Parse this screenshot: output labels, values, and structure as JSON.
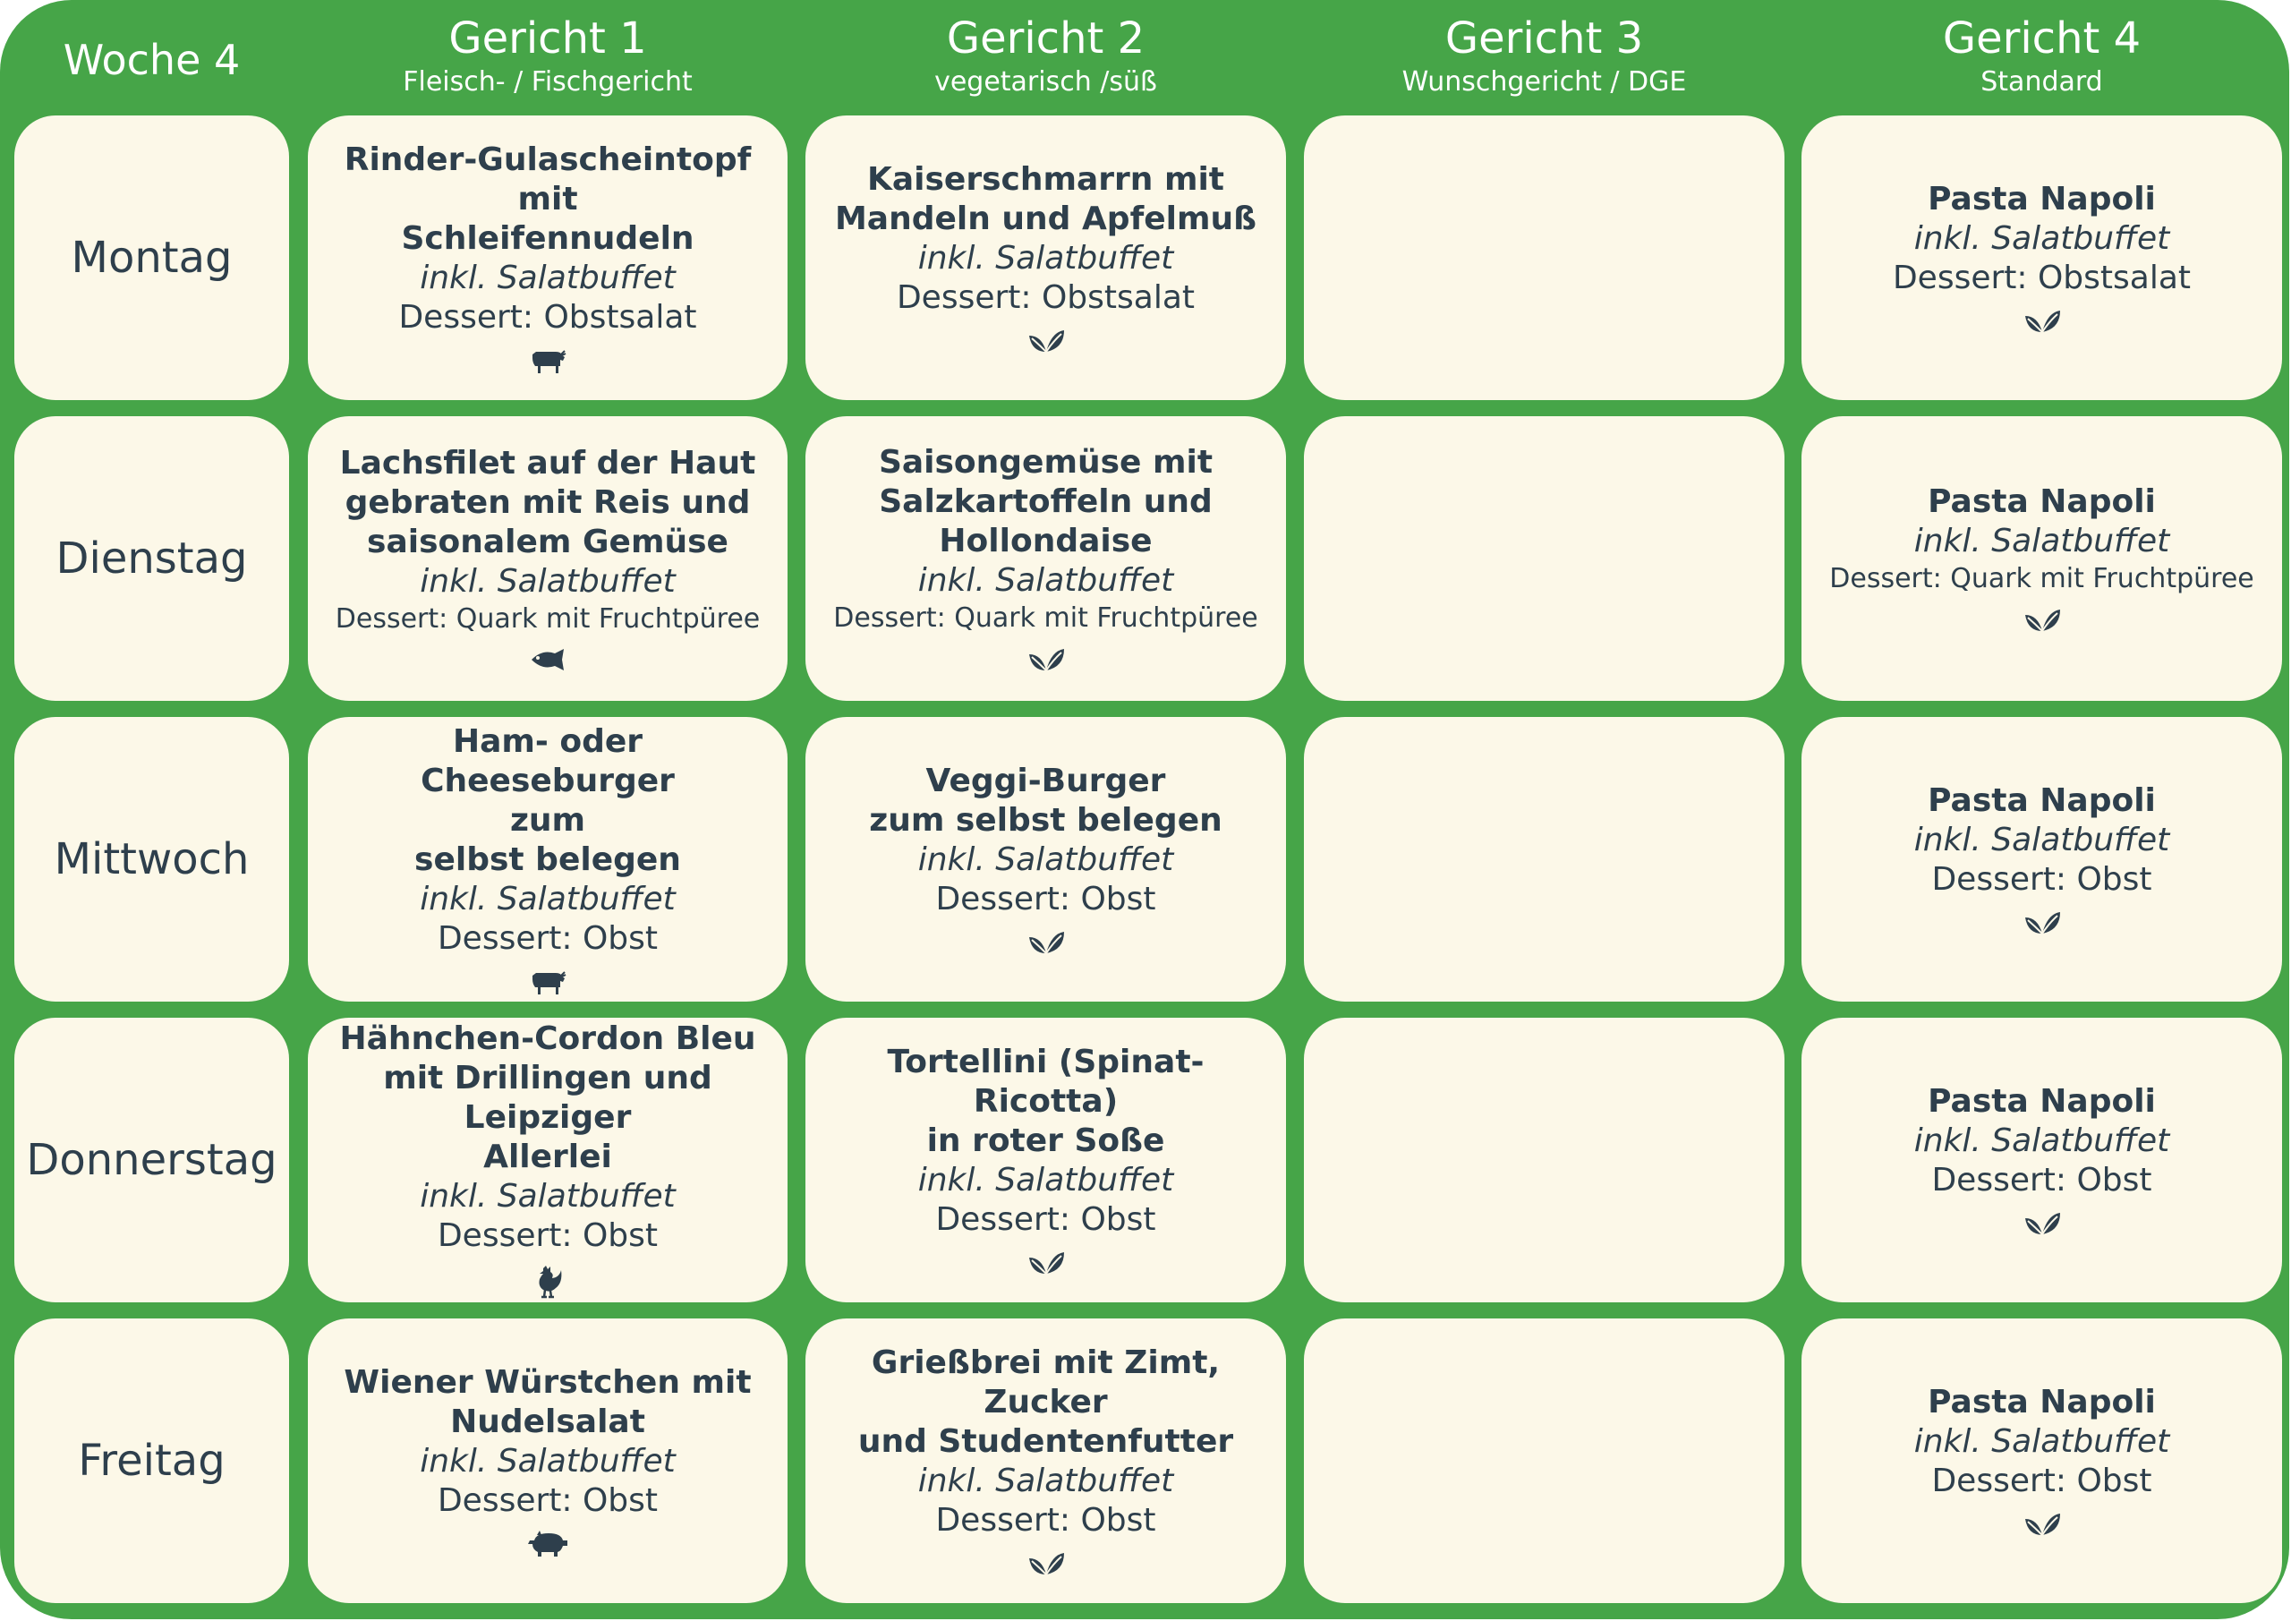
{
  "header": {
    "week": "Woche 4",
    "columns": [
      {
        "title": "Gericht 1",
        "subtitle": "Fleisch- / Fischgericht"
      },
      {
        "title": "Gericht 2",
        "subtitle": "vegetarisch /süß"
      },
      {
        "title": "Gericht 3",
        "subtitle": "Wunschgericht / DGE"
      },
      {
        "title": "Gericht 4",
        "subtitle": "Standard"
      }
    ]
  },
  "colors": {
    "background": "#46a548",
    "cell": "#fcf8e8",
    "text": "#2e3f4c",
    "header_text": "#ffffff"
  },
  "days": [
    {
      "name": "Montag",
      "meals": [
        {
          "dish": [
            "Rinder-Gulascheintopf mit",
            "Schleifennudeln"
          ],
          "salad": "inkl. Salatbuffet",
          "dessert": "Dessert: Obstsalat",
          "icon": "cow-icon"
        },
        {
          "dish": [
            "Kaiserschmarrn mit",
            "Mandeln und Apfelmuß"
          ],
          "salad": "inkl. Salatbuffet",
          "dessert": "Dessert: Obstsalat",
          "icon": "leaf-icon"
        },
        null,
        {
          "dish": [
            "Pasta Napoli"
          ],
          "salad": "inkl. Salatbuffet",
          "dessert": "Dessert: Obstsalat",
          "icon": "leaf-icon"
        }
      ]
    },
    {
      "name": "Dienstag",
      "meals": [
        {
          "dish": [
            "Lachsfilet auf der Haut",
            "gebraten mit Reis und",
            "saisonalem Gemüse"
          ],
          "salad": "inkl. Salatbuffet",
          "dessert": "Dessert: Quark mit Fruchtpüree",
          "icon": "fish-icon"
        },
        {
          "dish": [
            "Saisongemüse mit",
            "Salzkartoffeln und",
            "Hollondaise"
          ],
          "salad": "inkl. Salatbuffet",
          "dessert": "Dessert: Quark mit Fruchtpüree",
          "icon": "leaf-icon"
        },
        null,
        {
          "dish": [
            "Pasta Napoli"
          ],
          "salad": "inkl. Salatbuffet",
          "dessert": "Dessert: Quark mit Fruchtpüree",
          "icon": "leaf-icon"
        }
      ]
    },
    {
      "name": "Mittwoch",
      "meals": [
        {
          "dish": [
            "Ham- oder Cheeseburger",
            "zum",
            "selbst belegen"
          ],
          "salad": "inkl. Salatbuffet",
          "dessert": "Dessert: Obst",
          "icon": "cow-icon"
        },
        {
          "dish": [
            "Veggi-Burger",
            "zum selbst belegen"
          ],
          "salad": "inkl. Salatbuffet",
          "dessert": "Dessert: Obst",
          "icon": "leaf-icon"
        },
        null,
        {
          "dish": [
            "Pasta Napoli"
          ],
          "salad": "inkl. Salatbuffet",
          "dessert": "Dessert: Obst",
          "icon": "leaf-icon"
        }
      ]
    },
    {
      "name": "Donnerstag",
      "meals": [
        {
          "dish": [
            "Hähnchen-Cordon Bleu",
            "mit Drillingen und Leipziger",
            "Allerlei"
          ],
          "salad": "inkl. Salatbuffet",
          "dessert": "Dessert: Obst",
          "icon": "chicken-icon"
        },
        {
          "dish": [
            "Tortellini (Spinat-Ricotta)",
            "in roter Soße"
          ],
          "salad": "inkl. Salatbuffet",
          "dessert": "Dessert: Obst",
          "icon": "leaf-icon"
        },
        null,
        {
          "dish": [
            "Pasta Napoli"
          ],
          "salad": "inkl. Salatbuffet",
          "dessert": "Dessert: Obst",
          "icon": "leaf-icon"
        }
      ]
    },
    {
      "name": "Freitag",
      "meals": [
        {
          "dish": [
            "Wiener Würstchen mit",
            "Nudelsalat"
          ],
          "salad": "inkl. Salatbuffet",
          "dessert": "Dessert: Obst",
          "icon": "pig-icon"
        },
        {
          "dish": [
            "Grießbrei mit Zimt, Zucker",
            "und Studentenfutter"
          ],
          "salad": "inkl. Salatbuffet",
          "dessert": "Dessert: Obst",
          "icon": "leaf-icon"
        },
        null,
        {
          "dish": [
            "Pasta Napoli"
          ],
          "salad": "inkl. Salatbuffet",
          "dessert": "Dessert: Obst",
          "icon": "leaf-icon"
        }
      ]
    }
  ]
}
